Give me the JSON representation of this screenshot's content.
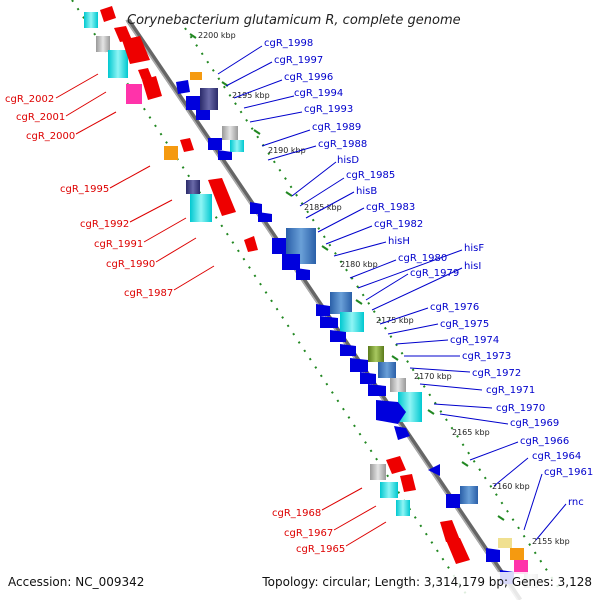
{
  "title": "Corynebacterium glutamicum R, complete genome",
  "accession": "Accession: NC_009342",
  "topology": "Topology: circular; Length: 3,314,179 bp; Genes: 3,128",
  "colors": {
    "left_label": "#dd0000",
    "right_label": "#0000cc",
    "backbone": "#888888",
    "tick_dots": "#228822"
  },
  "ticks": [
    {
      "label": "2200 kbp"
    },
    {
      "label": "2195 kbp"
    },
    {
      "label": "2190 kbp"
    },
    {
      "label": "2185 kbp"
    },
    {
      "label": "2180 kbp"
    },
    {
      "label": "2175 kbp"
    },
    {
      "label": "2170 kbp"
    },
    {
      "label": "2165 kbp"
    },
    {
      "label": "2160 kbp"
    },
    {
      "label": "2155 kbp"
    }
  ],
  "left_genes": [
    {
      "label": "cgR_2002"
    },
    {
      "label": "cgR_2001"
    },
    {
      "label": "cgR_2000"
    },
    {
      "label": "cgR_1995"
    },
    {
      "label": "cgR_1992"
    },
    {
      "label": "cgR_1991"
    },
    {
      "label": "cgR_1990"
    },
    {
      "label": "cgR_1987"
    },
    {
      "label": "cgR_1968"
    },
    {
      "label": "cgR_1967"
    },
    {
      "label": "cgR_1965"
    }
  ],
  "right_genes": [
    {
      "label": "cgR_1998"
    },
    {
      "label": "cgR_1997"
    },
    {
      "label": "cgR_1996"
    },
    {
      "label": "cgR_1994"
    },
    {
      "label": "cgR_1993"
    },
    {
      "label": "cgR_1989"
    },
    {
      "label": "cgR_1988"
    },
    {
      "label": "hisD"
    },
    {
      "label": "cgR_1985"
    },
    {
      "label": "hisB"
    },
    {
      "label": "cgR_1983"
    },
    {
      "label": "cgR_1982"
    },
    {
      "label": "hisH"
    },
    {
      "label": "cgR_1980"
    },
    {
      "label": "hisF"
    },
    {
      "label": "cgR_1979"
    },
    {
      "label": "hisI"
    },
    {
      "label": "cgR_1976"
    },
    {
      "label": "cgR_1975"
    },
    {
      "label": "cgR_1974"
    },
    {
      "label": "cgR_1973"
    },
    {
      "label": "cgR_1972"
    },
    {
      "label": "cgR_1971"
    },
    {
      "label": "cgR_1970"
    },
    {
      "label": "cgR_1969"
    },
    {
      "label": "cgR_1966"
    },
    {
      "label": "cgR_1964"
    },
    {
      "label": "cgR_1961"
    },
    {
      "label": "rnc"
    }
  ]
}
